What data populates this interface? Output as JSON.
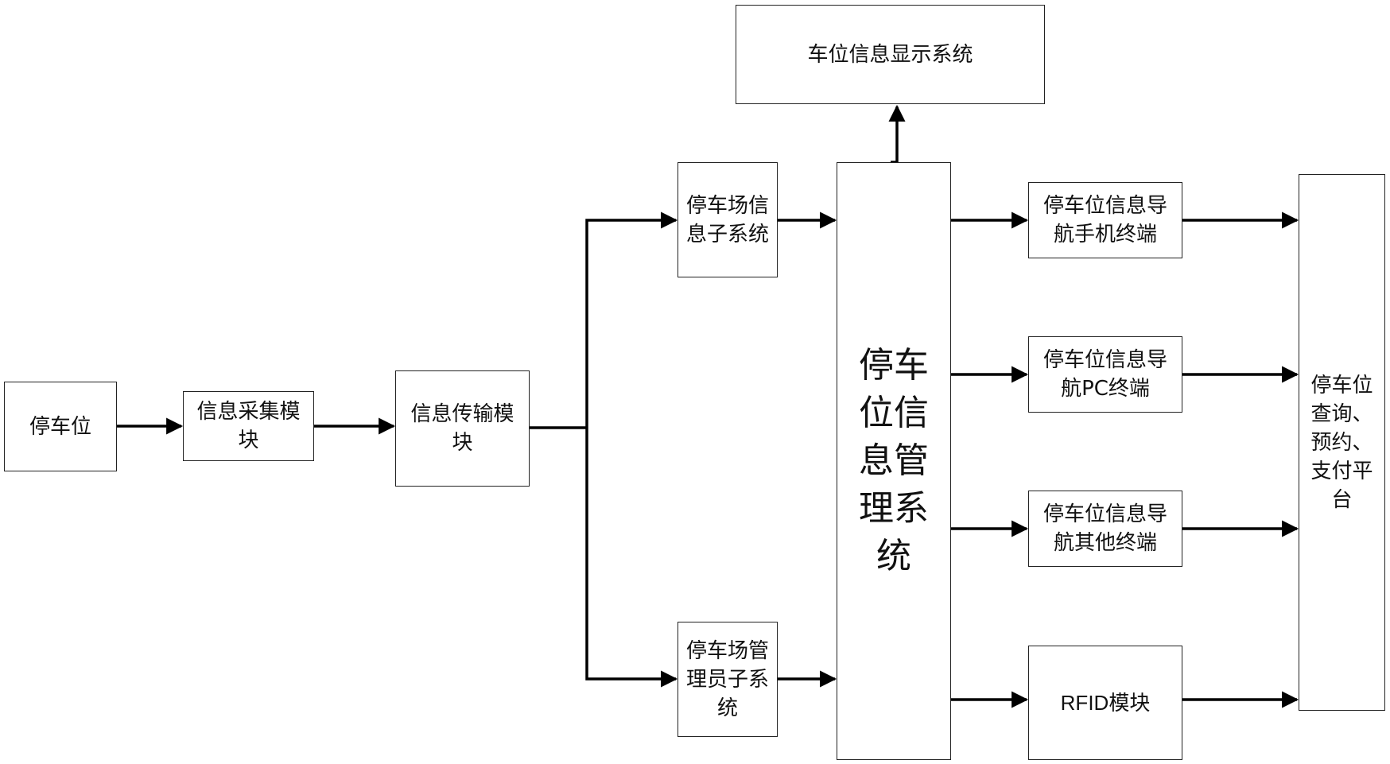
{
  "diagram": {
    "nodes": {
      "parking_space": "停车位",
      "collection_module": "信息采集模\n块",
      "transmission_module": "信息传输模\n块",
      "lot_info_subsystem": "停车场信\n息子系统",
      "lot_admin_subsystem": "停车场管\n理员子系\n统",
      "management_system": "停车\n位信\n息管\n理系\n统",
      "display_system": "车位信息显示系统",
      "nav_mobile": "停车位信息导\n航手机终端",
      "nav_pc": "停车位信息导\n航PC终端",
      "nav_other": "停车位信息导\n航其他终端",
      "rfid_module": "RFID模块",
      "query_platform": "停车位\n查询、\n预约、\n支付平\n台"
    },
    "edges": [
      [
        "parking_space",
        "collection_module"
      ],
      [
        "collection_module",
        "transmission_module"
      ],
      [
        "transmission_module",
        "lot_info_subsystem"
      ],
      [
        "transmission_module",
        "lot_admin_subsystem"
      ],
      [
        "lot_info_subsystem",
        "management_system"
      ],
      [
        "lot_admin_subsystem",
        "management_system"
      ],
      [
        "management_system",
        "display_system"
      ],
      [
        "management_system",
        "nav_mobile"
      ],
      [
        "management_system",
        "nav_pc"
      ],
      [
        "management_system",
        "nav_other"
      ],
      [
        "management_system",
        "rfid_module"
      ],
      [
        "nav_mobile",
        "query_platform"
      ],
      [
        "nav_pc",
        "query_platform"
      ],
      [
        "nav_other",
        "query_platform"
      ],
      [
        "rfid_module",
        "query_platform"
      ]
    ]
  }
}
